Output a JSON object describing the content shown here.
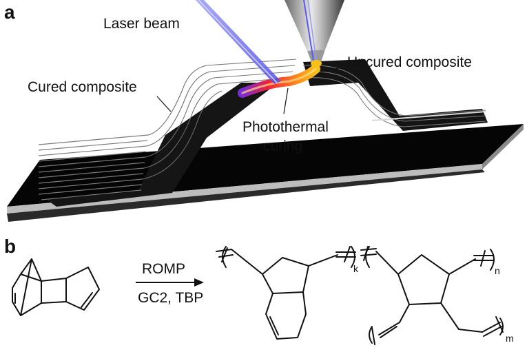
{
  "panel_a": {
    "label": "a",
    "callouts": {
      "laser_beam": "Laser beam",
      "uncured": "Uncured composite",
      "cured": "Cured composite",
      "photothermal": "Photothermal",
      "curing": "curing"
    }
  },
  "panel_b": {
    "label": "b",
    "reaction": {
      "above_arrow": "ROMP",
      "below_arrow": "GC2, TBP"
    },
    "subscripts": {
      "k": "k",
      "n": "n",
      "m": "m"
    }
  },
  "colors": {
    "laser": "#6f6ff0",
    "hot_red": "#f0203a",
    "hot_yellow": "#f6c21a",
    "composite_dark": "#2a2a2a",
    "substrate": "#111111"
  },
  "icons": [
    "nozzle-icon",
    "laser-beam-icon",
    "reaction-arrow-icon"
  ]
}
